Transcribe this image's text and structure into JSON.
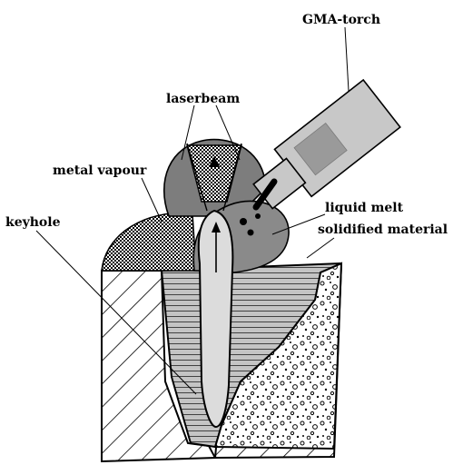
{
  "labels": {
    "gma_torch": "GMA-torch",
    "laserbeam": "laserbeam",
    "metal_vapour": "metal vapour",
    "keyhole": "keyhole",
    "liquid_melt": "liquid melt",
    "solidified_material": "solidified material"
  },
  "colors": {
    "line": "#000000",
    "background": "#ffffff",
    "torch_body": "#c8c8c8",
    "torch_inner": "#9a9a9a",
    "plume": "#7d7d7d",
    "liquid_melt": "#8a8a8a",
    "keyhole": "#dcdcdc",
    "layers": "#bdbdbd"
  }
}
